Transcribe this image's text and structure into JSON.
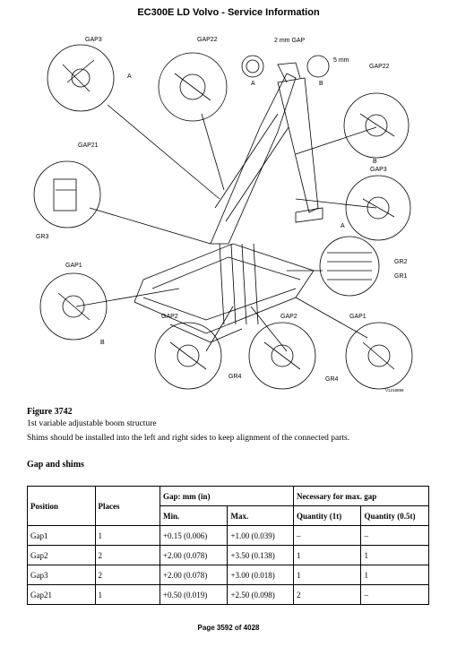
{
  "header": {
    "title": "EC300E LD Volvo - Service Information"
  },
  "figure": {
    "labels": {
      "gap3_tl": "GAP3",
      "gap22_top": "GAP22",
      "gap2mm": "2 mm GAP",
      "a_under": "A",
      "b_under": "B",
      "fivemm": "5 mm",
      "gap22_right": "GAP22",
      "b_right": "B",
      "gap21": "GAP21",
      "gr3": "GR3",
      "gap3_right": "GAP3",
      "a_right": "A",
      "a_left": "A",
      "gap1_left": "GAP1",
      "b_left": "B",
      "gr2": "GR2",
      "gr1": "GR1",
      "gap2_a": "GAP2",
      "gap2_b": "GAP2",
      "gap1_right": "GAP1",
      "gr4_a": "GR4",
      "gr4_b": "GR4",
      "code": "V1218898"
    }
  },
  "caption": {
    "title": "Figure 3742",
    "line1": "1st variable adjustable boom structure",
    "line2": "Shims should be installed into the left and right sides to keep alignment of the connected parts."
  },
  "section_title": "Gap and shims",
  "table": {
    "h_position": "Position",
    "h_places": "Places",
    "h_gap": "Gap: mm (in)",
    "h_necessary": "Necessary for max. gap",
    "h_min": "Min.",
    "h_max": "Max.",
    "h_q1": "Quantity (1t)",
    "h_q05": "Quantity (0.5t)",
    "rows": [
      {
        "pos": "Gap1",
        "places": "1",
        "min": "+0.15 (0.006)",
        "max": "+1.00 (0.039)",
        "q1": "–",
        "q05": "–"
      },
      {
        "pos": "Gap2",
        "places": "2",
        "min": "+2.00 (0.078)",
        "max": "+3.50 (0.138)",
        "q1": "1",
        "q05": "1"
      },
      {
        "pos": "Gap3",
        "places": "2",
        "min": "+2.00 (0.078)",
        "max": "+3.00 (0.018)",
        "q1": "1",
        "q05": "1"
      },
      {
        "pos": "Gap21",
        "places": "1",
        "min": "+0.50 (0.019)",
        "max": "+2.50 (0.098)",
        "q1": "2",
        "q05": "–"
      }
    ]
  },
  "footer": {
    "page": "Page 3592 of 4028"
  }
}
